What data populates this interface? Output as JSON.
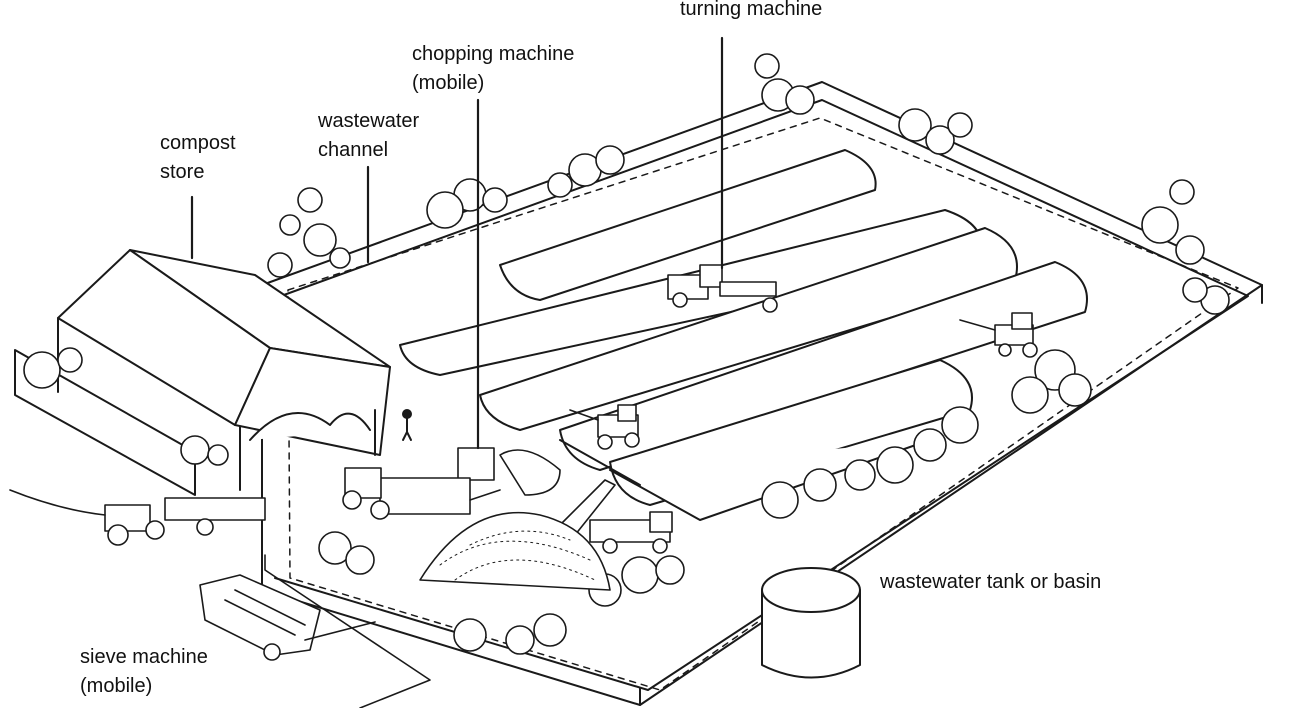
{
  "labels": {
    "turning_machine": [
      "turning machine"
    ],
    "chopping_machine": [
      "chopping machine",
      "(mobile)"
    ],
    "wastewater_channel": [
      "wastewater",
      "channel"
    ],
    "compost_store": [
      "compost",
      "store"
    ],
    "wastewater_tank": [
      "wastewater tank or basin"
    ],
    "sieve_machine": [
      "sieve machine",
      "(mobile)"
    ]
  },
  "colors": {
    "ink": "#1a1a1a",
    "paper": "#ffffff"
  }
}
